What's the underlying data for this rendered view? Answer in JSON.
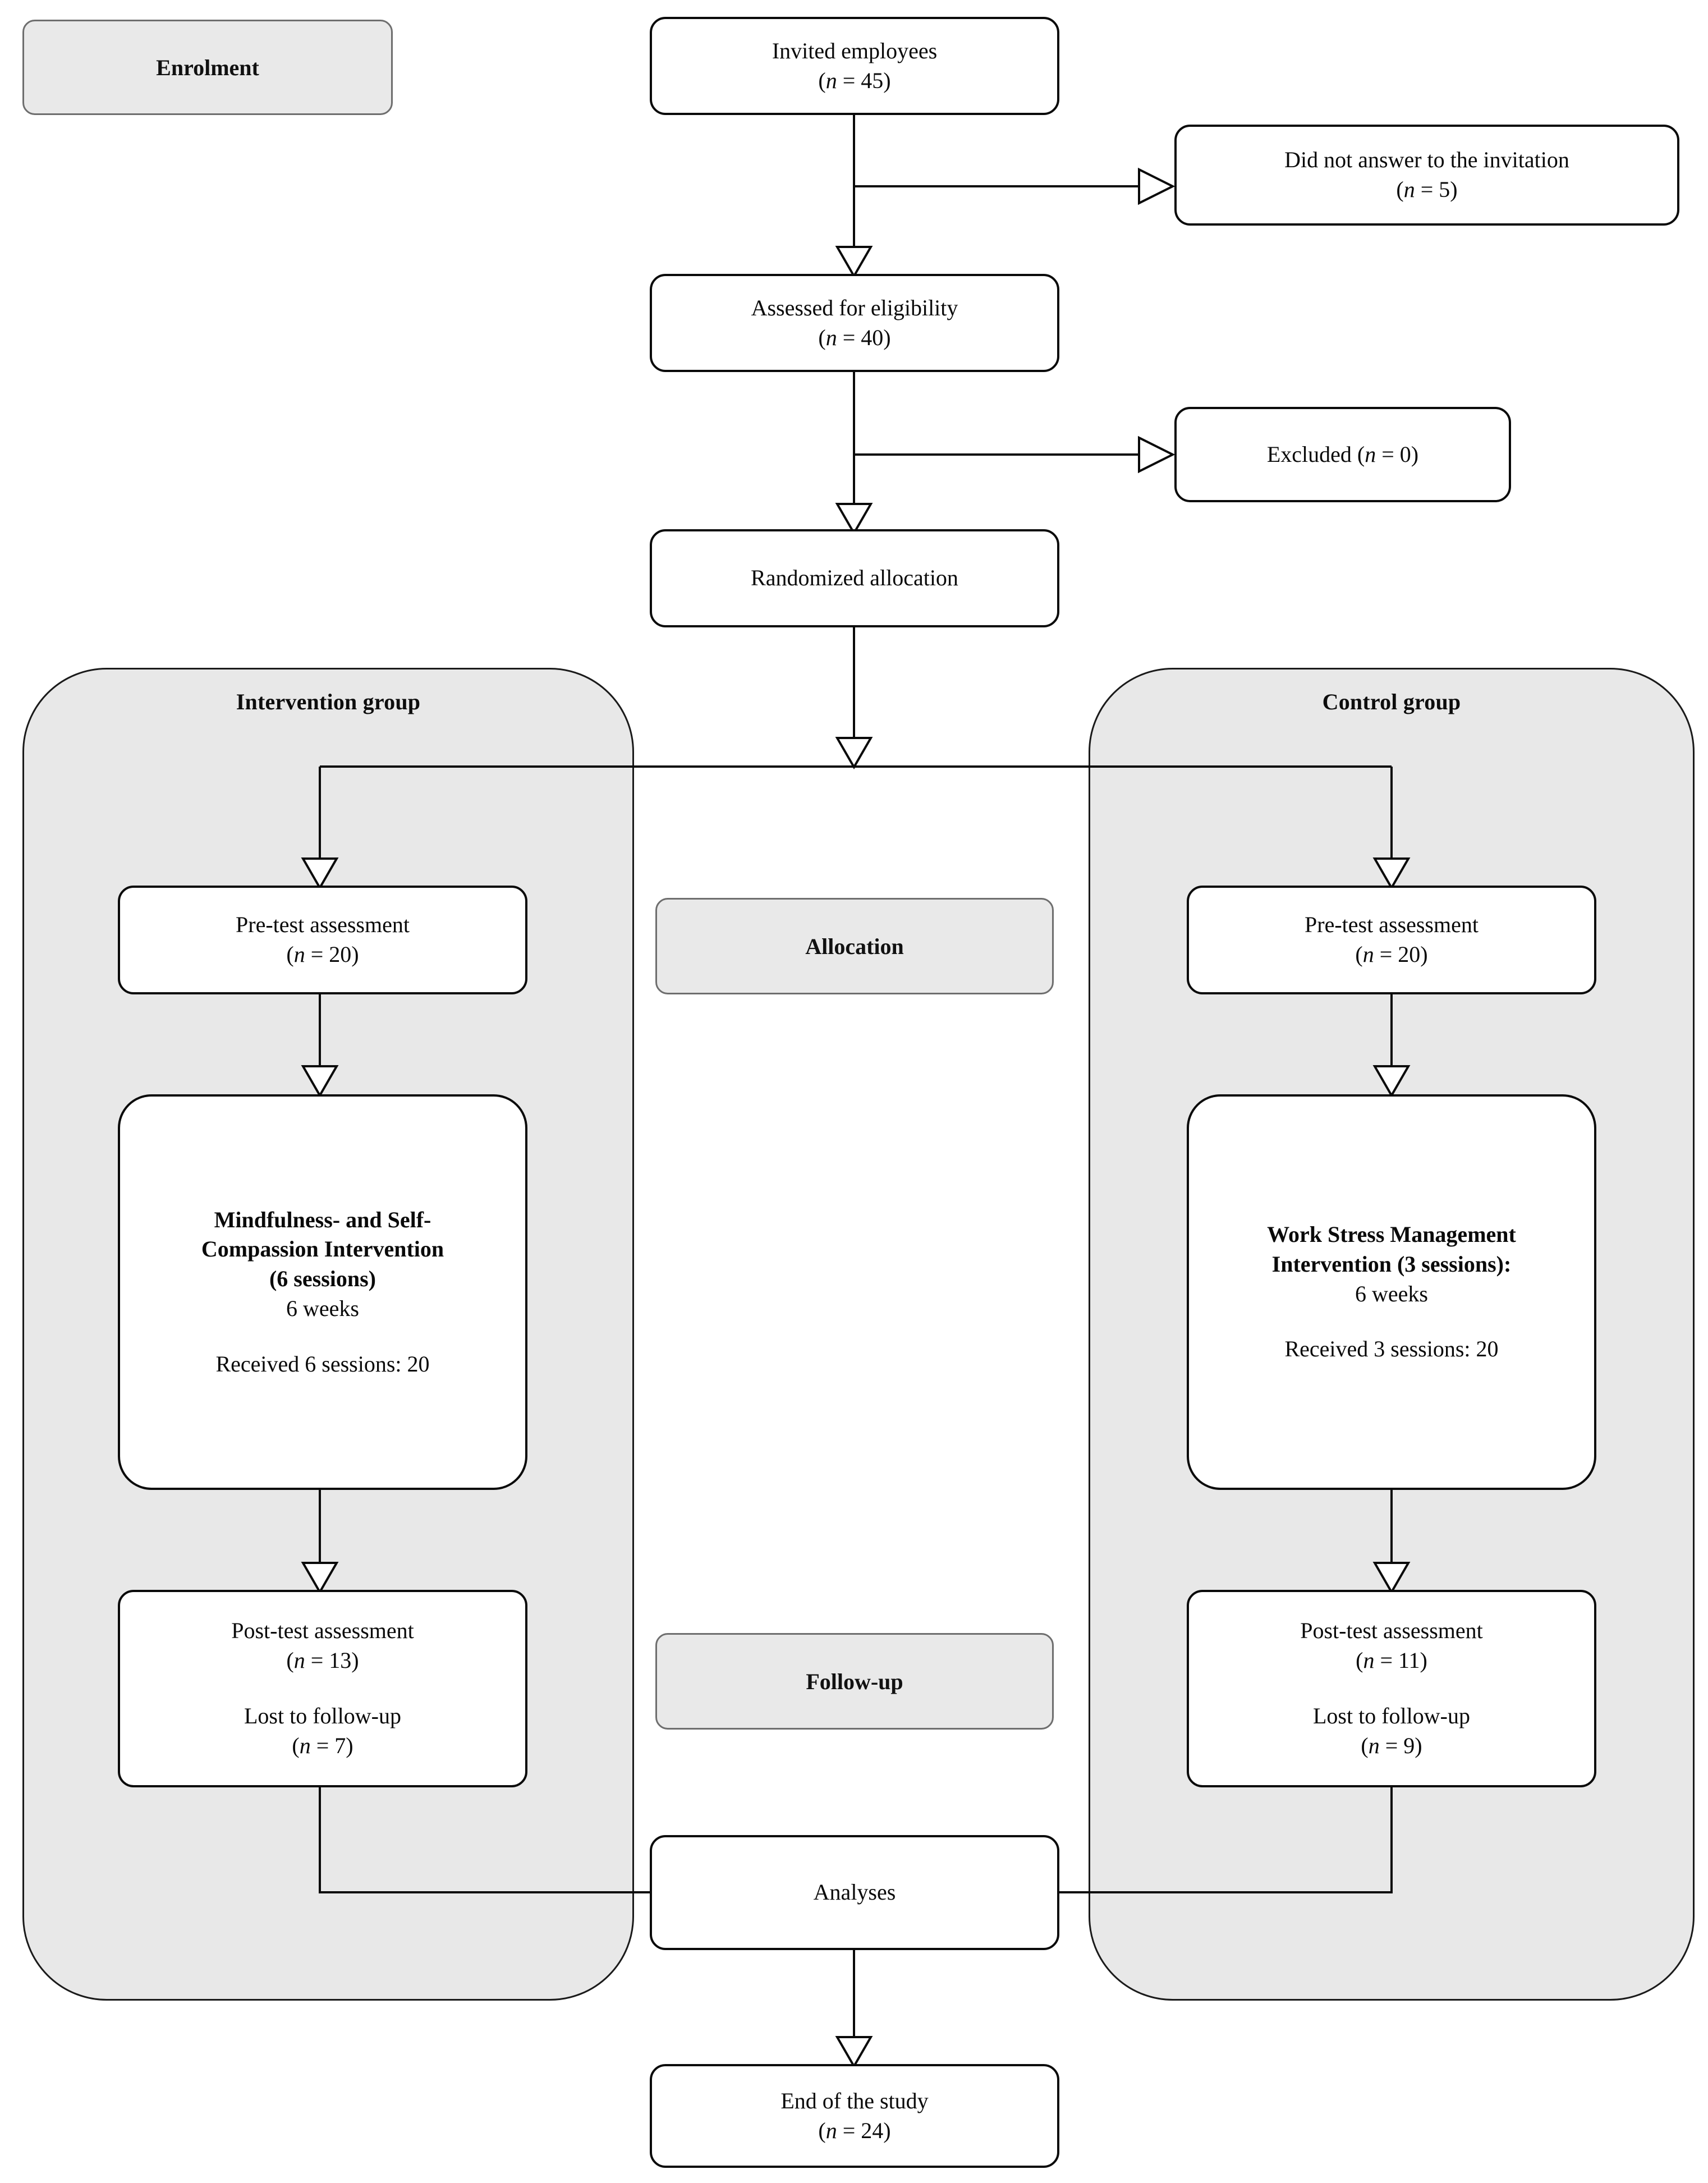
{
  "diagram": {
    "title": "CONSORT participant flow diagram",
    "colors": {
      "panel_fill": "#e8e8e8",
      "panel_border": "#1a1a1a",
      "stage_fill": "#e9e9e9",
      "stage_border": "#6e6e6e",
      "box_fill": "#ffffff",
      "box_border": "#0a0a0a"
    }
  },
  "stages": {
    "enrolment": "Enrolment",
    "allocation": "Allocation",
    "followup": "Follow-up"
  },
  "groups": {
    "intervention": "Intervention group",
    "control": "Control group"
  },
  "boxes": {
    "invited": {
      "line1": "Invited employees",
      "n_label": "n",
      "n_value": "= 45"
    },
    "no_answer": {
      "line1": "Did not answer to the invitation",
      "n_label": "n",
      "n_value": "= 5"
    },
    "eligibility": {
      "line1": "Assessed for eligibility",
      "n_label": "n",
      "n_value": "= 40"
    },
    "excluded": {
      "prefix": "Excluded (",
      "n_label": "n",
      "n_value": "= 0",
      "suffix": ")"
    },
    "randomized": {
      "line1": "Randomized allocation"
    },
    "pretest_intervention": {
      "line1": "Pre-test assessment",
      "n_label": "n",
      "n_value": "= 20"
    },
    "pretest_control": {
      "line1": "Pre-test assessment",
      "n_label": "n",
      "n_value": "= 20"
    },
    "intervention_program": {
      "title_line1": "Mindfulness- and Self-",
      "title_line2": "Compassion Intervention",
      "title_line3": "(6 sessions)",
      "duration": "6 weeks",
      "received": "Received 6 sessions: 20"
    },
    "control_program": {
      "title_line1": "Work Stress Management",
      "title_line2": "Intervention (3 sessions):",
      "duration": "6 weeks",
      "received": "Received 3 sessions: 20"
    },
    "posttest_intervention": {
      "line1": "Post-test assessment",
      "n_label": "n",
      "n_value": "= 13",
      "line2": "Lost to follow-up",
      "n2_label": "n",
      "n2_value": "= 7"
    },
    "posttest_control": {
      "line1": "Post-test assessment",
      "n_label": "n",
      "n_value": "= 11",
      "line2": "Lost to follow-up",
      "n2_label": "n",
      "n2_value": "= 9"
    },
    "analyses": {
      "line1": "Analyses"
    },
    "end_of_study": {
      "line1": "End of the study",
      "n_label": "n",
      "n_value": "= 24"
    }
  }
}
